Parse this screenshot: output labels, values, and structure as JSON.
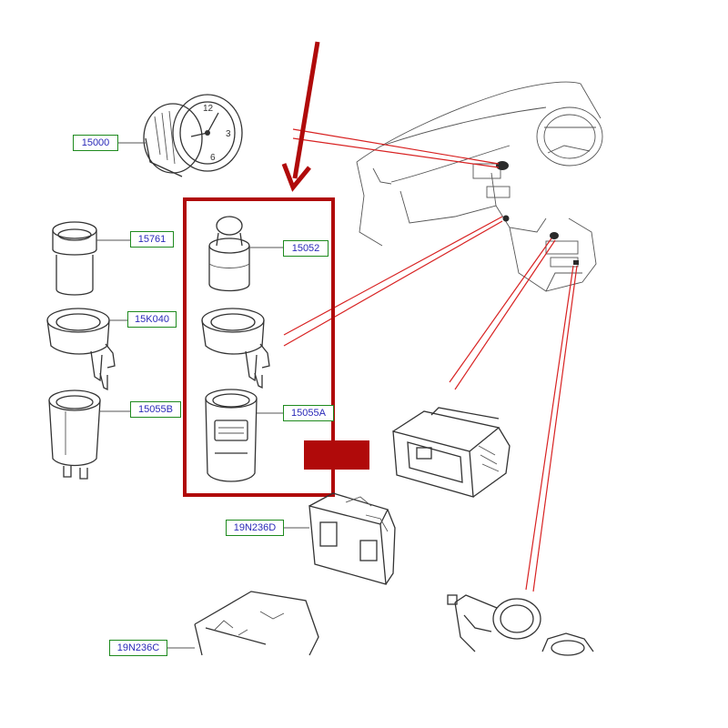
{
  "diagram": {
    "part_labels": [
      {
        "id": "clock",
        "text": "15000"
      },
      {
        "id": "lighter_knob",
        "text": "15761"
      },
      {
        "id": "lighter_element",
        "text": "15052"
      },
      {
        "id": "socket_housing_left",
        "text": "15K040"
      },
      {
        "id": "socket_left",
        "text": "15055B"
      },
      {
        "id": "socket_right",
        "text": "15055A"
      },
      {
        "id": "usb_switch_d",
        "text": "19N236D"
      },
      {
        "id": "usb_switch_c",
        "text": "19N236C"
      }
    ]
  },
  "colors": {
    "highlight": "#b00a0a",
    "label_border": "#1e8a1e",
    "label_text": "#2a2ab8",
    "leader_lines": "#d82222"
  }
}
